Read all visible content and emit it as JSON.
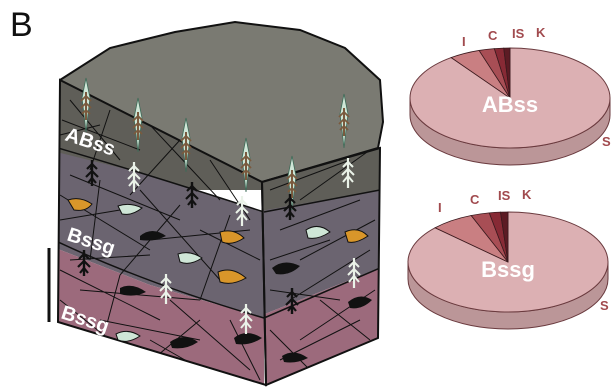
{
  "panel_label": "B",
  "block": {
    "horizon_labels": [
      "ABss",
      "Bssg",
      "Bssg"
    ]
  },
  "pies": [
    {
      "center_label": "ABss",
      "slices": [
        {
          "label": "S",
          "value": 90,
          "color": "#dcb0b3"
        },
        {
          "label": "I",
          "value": 5,
          "color": "#c97f82"
        },
        {
          "label": "C",
          "value": 2.5,
          "color": "#a84e55"
        },
        {
          "label": "IS",
          "value": 1.5,
          "color": "#872a35"
        },
        {
          "label": "K",
          "value": 1,
          "color": "#5c1b24"
        }
      ]
    },
    {
      "center_label": "Bssg",
      "slices": [
        {
          "label": "S",
          "value": 87,
          "color": "#dcb0b3"
        },
        {
          "label": "I",
          "value": 7,
          "color": "#c97f82"
        },
        {
          "label": "C",
          "value": 3,
          "color": "#a84e55"
        },
        {
          "label": "IS",
          "value": 1.8,
          "color": "#872a35"
        },
        {
          "label": "K",
          "value": 1.2,
          "color": "#5c1b24"
        }
      ]
    }
  ],
  "colors": {
    "top_surface": "#7a7a72",
    "absss_front": "#5f5e58",
    "bssg_upper": "#6b6470",
    "bssg_lower": "#9c6a7c",
    "slice_label": "#a14a4e",
    "orange_nodule": "#d9962a",
    "pale_nodule": "#cfe6d7"
  }
}
